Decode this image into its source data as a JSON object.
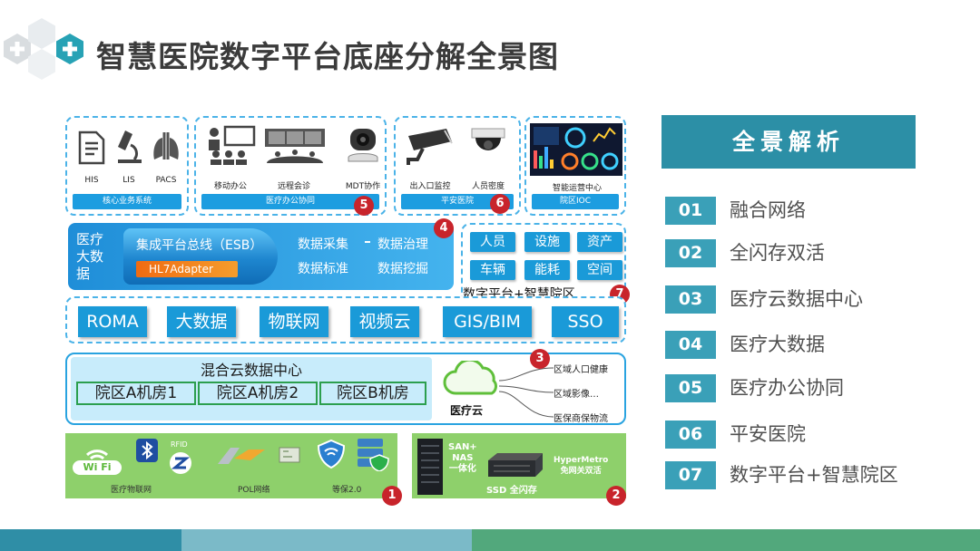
{
  "title": "智慧医院数字平台底座分解全景图",
  "diagram": {
    "top_groups": {
      "core": {
        "items": [
          "HIS",
          "LIS",
          "PACS"
        ],
        "caption": "核心业务系统"
      },
      "office": {
        "items": [
          "移动办公",
          "远程会诊",
          "MDT协作"
        ],
        "caption": "医疗办公协同",
        "badge": "5"
      },
      "safety": {
        "items": [
          "出入口监控",
          "人员密度"
        ],
        "caption": "平安医院",
        "badge": "6"
      },
      "ioc": {
        "label": "智能运营中心",
        "caption": "院区IOC"
      }
    },
    "bigdata": {
      "label": "医疗\n大数\n据",
      "esb": "集成平台总线（ESB）",
      "hl7": "HL7Adapter",
      "items": [
        "数据采集",
        "数据治理",
        "数据标准",
        "数据挖掘"
      ],
      "badge": "4"
    },
    "smart_park": {
      "tiles": [
        "人员",
        "设施",
        "资产",
        "车辆",
        "能耗",
        "空间"
      ],
      "label": "数字平台+智慧院区",
      "badge": "7"
    },
    "tech_row": [
      "ROMA",
      "大数据",
      "物联网",
      "视频云",
      "GIS/BIM",
      "SSO"
    ],
    "cloud_dc": {
      "title": "混合云数据中心",
      "rooms": [
        "院区A机房1",
        "院区A机房2",
        "院区B机房"
      ],
      "cloud_label": "医疗云",
      "branches": [
        "区域人口健康",
        "区域影像…",
        "医保商保物流"
      ],
      "badge": "3"
    },
    "network": {
      "captions": [
        "医疗物联网",
        "POL网络",
        "等保2.0"
      ],
      "wifi": "Wi Fi",
      "rfid": "RFID",
      "badge": "1"
    },
    "storage": {
      "san": "SAN+\nNAS\n一体化",
      "ssd": "SSD 全闪存",
      "hypermetro": "HyperMetro\n免网关双活",
      "badge": "2"
    }
  },
  "panel": {
    "title": "全景解析",
    "rows": [
      {
        "num": "01",
        "label": "融合网络"
      },
      {
        "num": "02",
        "label": "全闪存双活"
      },
      {
        "num": "03",
        "label": "医疗云数据中心"
      },
      {
        "num": "04",
        "label": "医疗大数据"
      },
      {
        "num": "05",
        "label": "医疗办公协同"
      },
      {
        "num": "06",
        "label": "平安医院"
      },
      {
        "num": "07",
        "label": "数字平台+智慧院区"
      }
    ]
  },
  "colors": {
    "accent_blue": "#1a9ad8",
    "teal": "#2c8fa6",
    "badge_red": "#c8242b",
    "green": "#8ed06b"
  }
}
